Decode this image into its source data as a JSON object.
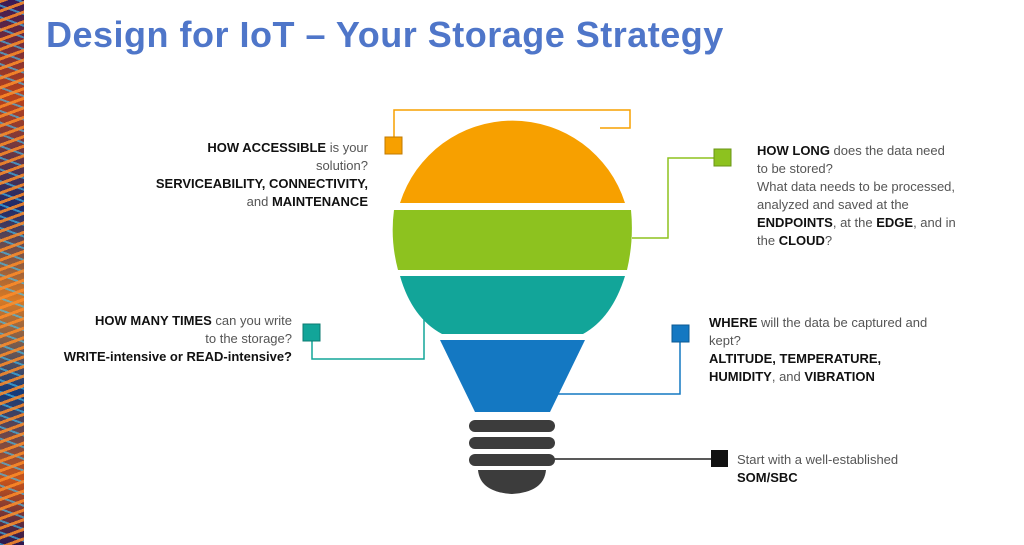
{
  "slide": {
    "title": "Design for IoT – Your Storage Strategy"
  },
  "colors": {
    "title": "#4f76c9",
    "orange": "#f7a000",
    "green": "#8dc21f",
    "teal": "#12a599",
    "blue": "#1478c2",
    "dark": "#3c3c3c"
  },
  "callouts": {
    "accessible": {
      "line1_bold": "HOW ACCESSIBLE",
      "line1_rest": " is your",
      "line2": "solution?",
      "line3_bold": "SERVICEABILITY, CONNECTIVITY,",
      "line4_pre": "and ",
      "line4_bold": "MAINTENANCE"
    },
    "how_long": {
      "line1_bold": "HOW LONG",
      "line1_rest": " does the data need",
      "line2": "to be stored?",
      "line3": "What data needs to be processed,",
      "line4": "analyzed and saved at the",
      "line5_bold1": "ENDPOINTS",
      "line5_mid": ", at the ",
      "line5_bold2": "EDGE",
      "line5_end": ", and in",
      "line6_pre": "the ",
      "line6_bold": "CLOUD",
      "line6_end": "?"
    },
    "how_many": {
      "line1_bold": "HOW MANY TIMES",
      "line1_rest": " can you write",
      "line2": "to the storage?",
      "line3_bold": "WRITE-intensive or READ-intensive?"
    },
    "where": {
      "line1_bold": "WHERE",
      "line1_rest": " will the data be captured and",
      "line2": "kept?",
      "line3_bold": "ALTITUDE, TEMPERATURE,",
      "line4_bold1": "HUMIDITY",
      "line4_mid": ", and ",
      "line4_bold2": "VIBRATION"
    },
    "start": {
      "line1": "Start with a well-established",
      "line2_bold": "SOM/SBC"
    }
  }
}
